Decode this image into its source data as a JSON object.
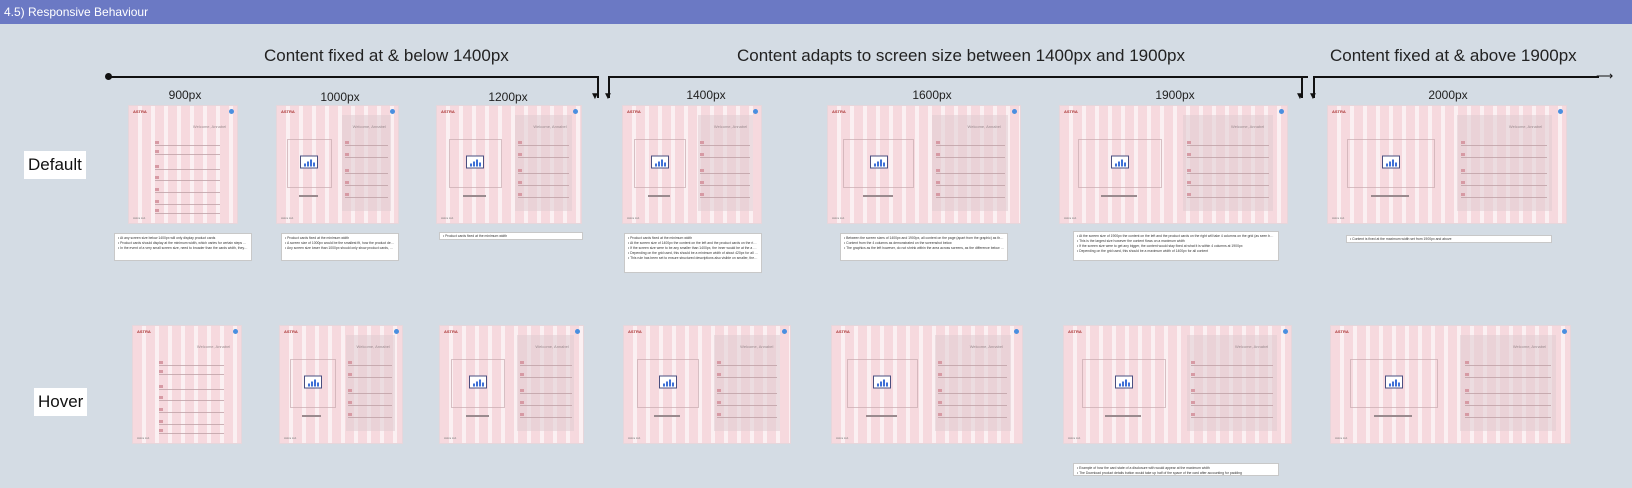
{
  "header": {
    "title": "4.5) Responsive Behaviour"
  },
  "sections": [
    {
      "title": "Content fixed at & below 1400px"
    },
    {
      "title": "Content adapts to screen size between 1400px and 1900px"
    },
    {
      "title": "Content fixed at & above 1900px"
    }
  ],
  "rows": {
    "default": "Default",
    "hover": "Hover"
  },
  "widths": [
    "900px",
    "1000px",
    "1200px",
    "1400px",
    "1600px",
    "1900px",
    "2000px"
  ],
  "frame": {
    "logo": "ASTRA",
    "welcome": "Welcome, Annabel",
    "card_title": "Account Regulation",
    "footer": "Astra Ltd."
  },
  "notes": [
    [
      "• At any screen size below 1400px will only display product cards",
      "• Product cards should display at the minimum width, which varies for certain steps of 1000px and below (view above as Breaks)",
      "• In the event of a very small screen size, need to broader than the cards width, they would need to be scrolled on to view the page."
    ],
    [
      "• Product cards fixed at the minimum width",
      "• A screen size of 1000px would be the smallest fit, how the product details which are showing on the left side of the screen",
      "• Any screen size lower than 1000px should only show product cards, as shown on the screen to the left"
    ],
    [
      "• Product cards fixed at the minimum width"
    ],
    [
      "• Product cards fixed at the minimum width",
      "• At the screen size of 1400px the content on the left and the product cards on the right will fill the 4 columns on the grid (as seen below on the screenshot)",
      "• If the screen size were to be any smaller than 1400px, the inner would be at the a cut at minimum width",
      "• Depending on the grid used, this should be a minimum width of about 420px for all content",
      "• This rule has been set to ensure structured descriptions also visible on smaller, they should never wrap onto 3 lines. This is the rule that gives the minimum width of the content"
    ],
    [
      "• Between the screen sizes of 1400px and 1900px, all content on the page (apart from the graphic) as the left to maintain left-hand side",
      "• Content from the 4 columns as demonstrated on the screenshot below",
      "• The graphics as the left however, do not shrink within the area across screens, as the difference below is never low"
    ],
    [
      "• At the screen size of 1900px the content on the left and the product cards on the right will take 4 columns on the grid (as seen below on the screenshot)",
      "• This is the largest size however the content flows on a maximum width",
      "• If the screen size were to get any bigger, the content would stay fixed at what it is within 4 columns at 1900px",
      "• Depending on the grid used, this should be a maximum width of 1400px for all content"
    ],
    [
      "• Content is fixed at the maximum width set from 1900px and above"
    ],
    [
      "• Example of how the card state of a disclosure with would appear at the maximum width",
      "• The Download product details button would take up half of the space of the card after accounting for padding"
    ]
  ]
}
